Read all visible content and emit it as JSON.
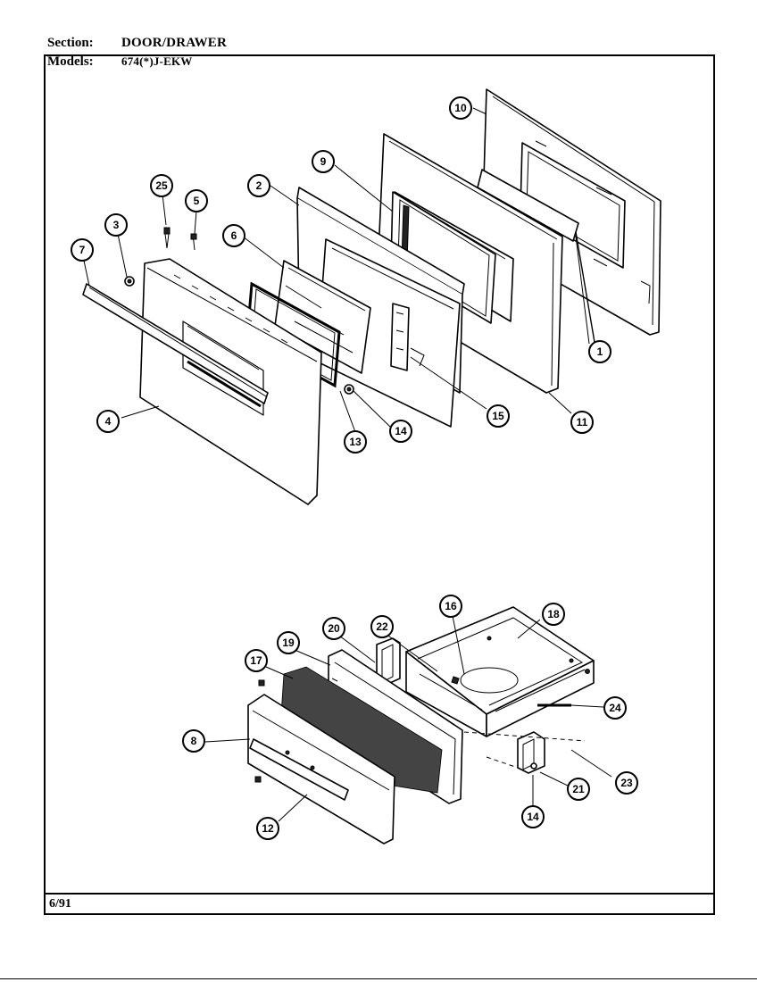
{
  "header": {
    "section_label": "Section:",
    "section_value": "DOOR/DRAWER",
    "models_label": "Models:",
    "models_value": "674(*)J-EKW"
  },
  "footer": {
    "date": "6/91"
  },
  "callouts": {
    "c1": "1",
    "c2": "2",
    "c3": "3",
    "c4": "4",
    "c5": "5",
    "c6": "6",
    "c7": "7",
    "c8_bottom": "8",
    "c9": "9",
    "c10": "10",
    "c11": "11",
    "c12": "12",
    "c13": "13",
    "c14_top": "14",
    "c14_bottom": "14",
    "c15": "15",
    "c16": "16",
    "c17": "17",
    "c18": "18",
    "c19": "19",
    "c20": "20",
    "c21": "21",
    "c22": "22",
    "c23": "23",
    "c24": "24",
    "c25": "25"
  }
}
